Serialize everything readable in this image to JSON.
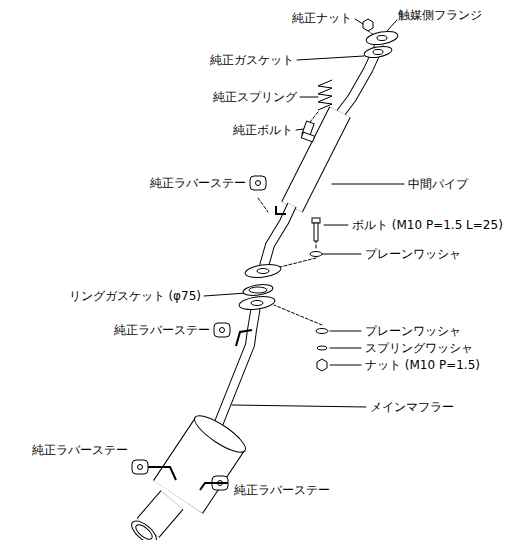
{
  "diagram": {
    "labels": [
      "純正ナット",
      "触媒側フランジ",
      "純正ガスケット",
      "純正スプリング",
      "純正ボルト",
      "純正ラバーステー",
      "中間パイプ",
      "ボルト (M10 P=1.5 L=25)",
      "プレーンワッシャ",
      "リングガスケット (φ75)",
      "純正ラバーステー",
      "プレーンワッシャ",
      "スプリングワッシャ",
      "ナット (M10 P=1.5)",
      "メインマフラー",
      "純正ラバーステー",
      "純正ラバーステー"
    ]
  }
}
